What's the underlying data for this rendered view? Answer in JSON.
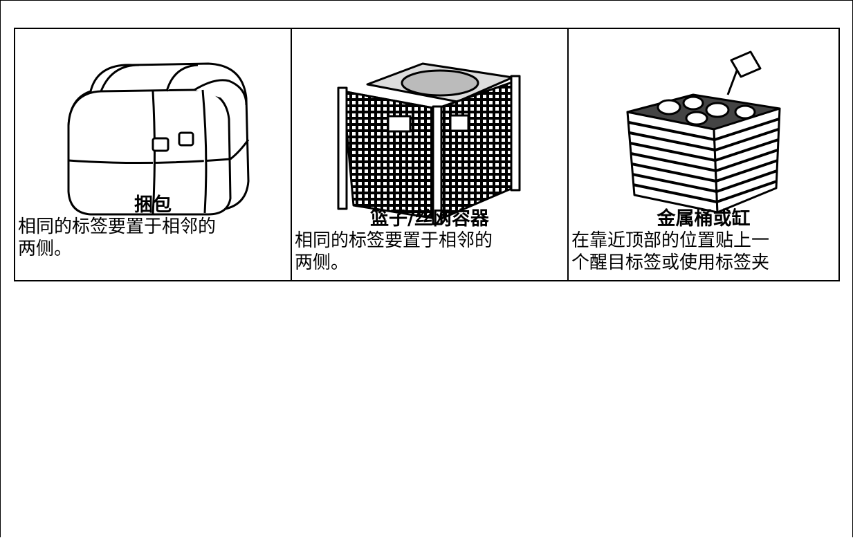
{
  "items": [
    {
      "icon": "bale-icon",
      "title": "捆包",
      "desc_lines": [
        "相同的标签要置于相邻的",
        "两侧。"
      ]
    },
    {
      "icon": "wire-basket-icon",
      "title": "篮子/丝网容器",
      "desc_lines": [
        "相同的标签要置于相邻的",
        "两侧。"
      ]
    },
    {
      "icon": "metal-bin-icon",
      "title": "金属桶或缸",
      "desc_lines": [
        "在靠近顶部的位置贴上一",
        "个醒目标签或使用标签夹"
      ]
    }
  ]
}
